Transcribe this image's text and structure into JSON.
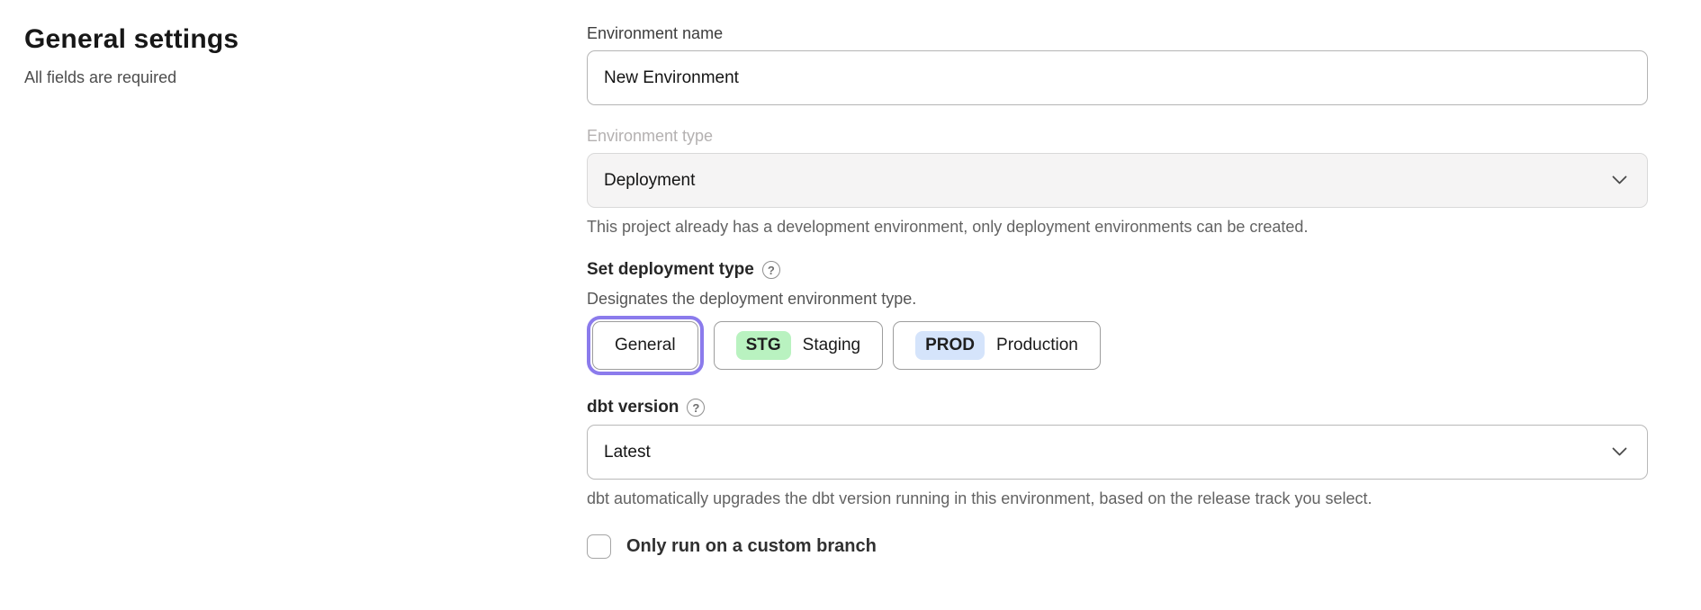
{
  "page": {
    "title": "General settings",
    "subtitle": "All fields are required"
  },
  "form": {
    "environment_name": {
      "label": "Environment name",
      "value": "New Environment"
    },
    "environment_type": {
      "label": "Environment type",
      "value": "Deployment",
      "disabled": true,
      "helper": "This project already has a development environment, only deployment environments can be created."
    },
    "deployment_type": {
      "label": "Set deployment type",
      "description": "Designates the deployment environment type.",
      "options": [
        {
          "label": "General",
          "selected": true
        },
        {
          "badge": "STG",
          "label": "Staging",
          "badge_color": "#b9f2c0"
        },
        {
          "badge": "PROD",
          "label": "Production",
          "badge_color": "#d5e4fb"
        }
      ]
    },
    "dbt_version": {
      "label": "dbt version",
      "value": "Latest",
      "helper": "dbt automatically upgrades the dbt version running in this environment, based on the release track you select."
    },
    "custom_branch": {
      "label": "Only run on a custom branch",
      "checked": false
    }
  },
  "icons": {
    "help": "?"
  },
  "colors": {
    "accent_ring": "#8b7bec",
    "staging_badge": "#b9f2c0",
    "production_badge": "#d5e4fb",
    "disabled_field_bg": "#f5f4f4"
  }
}
